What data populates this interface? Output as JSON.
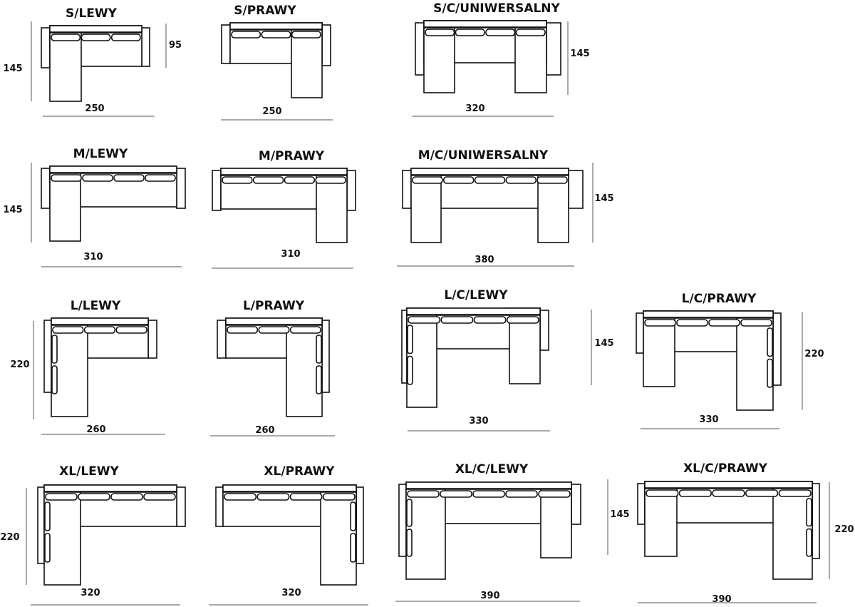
{
  "diagrams": [
    {
      "title": "S/LEWY",
      "width_label": "250",
      "height_labels": [
        "145",
        "95"
      ]
    },
    {
      "title": "S/PRAWY",
      "width_label": "250",
      "height_labels": []
    },
    {
      "title": "S/C/UNIWERSALNY",
      "width_label": "320",
      "height_labels": [
        "145"
      ]
    },
    {
      "title": "M/LEWY",
      "width_label": "310",
      "height_labels": [
        "145"
      ]
    },
    {
      "title": "M/PRAWY",
      "width_label": "310",
      "height_labels": []
    },
    {
      "title": "M/C/UNIWERSALNY",
      "width_label": "380",
      "height_labels": [
        "145"
      ]
    },
    {
      "title": "L/LEWY",
      "width_label": "260",
      "height_labels": [
        "220"
      ]
    },
    {
      "title": "L/PRAWY",
      "width_label": "260",
      "height_labels": []
    },
    {
      "title": "L/C/LEWY",
      "width_label": "330",
      "height_labels": [
        "145"
      ]
    },
    {
      "title": "L/C/PRAWY",
      "width_label": "330",
      "height_labels": [
        "220"
      ]
    },
    {
      "title": "XL/LEWY",
      "width_label": "320",
      "height_labels": [
        "220"
      ]
    },
    {
      "title": "XL/PRAWY",
      "width_label": "320",
      "height_labels": []
    },
    {
      "title": "XL/C/LEWY",
      "width_label": "390",
      "height_labels": []
    },
    {
      "title": "XL/C/PRAWY",
      "width_label": "390",
      "height_labels": [
        "145",
        "220"
      ]
    }
  ]
}
